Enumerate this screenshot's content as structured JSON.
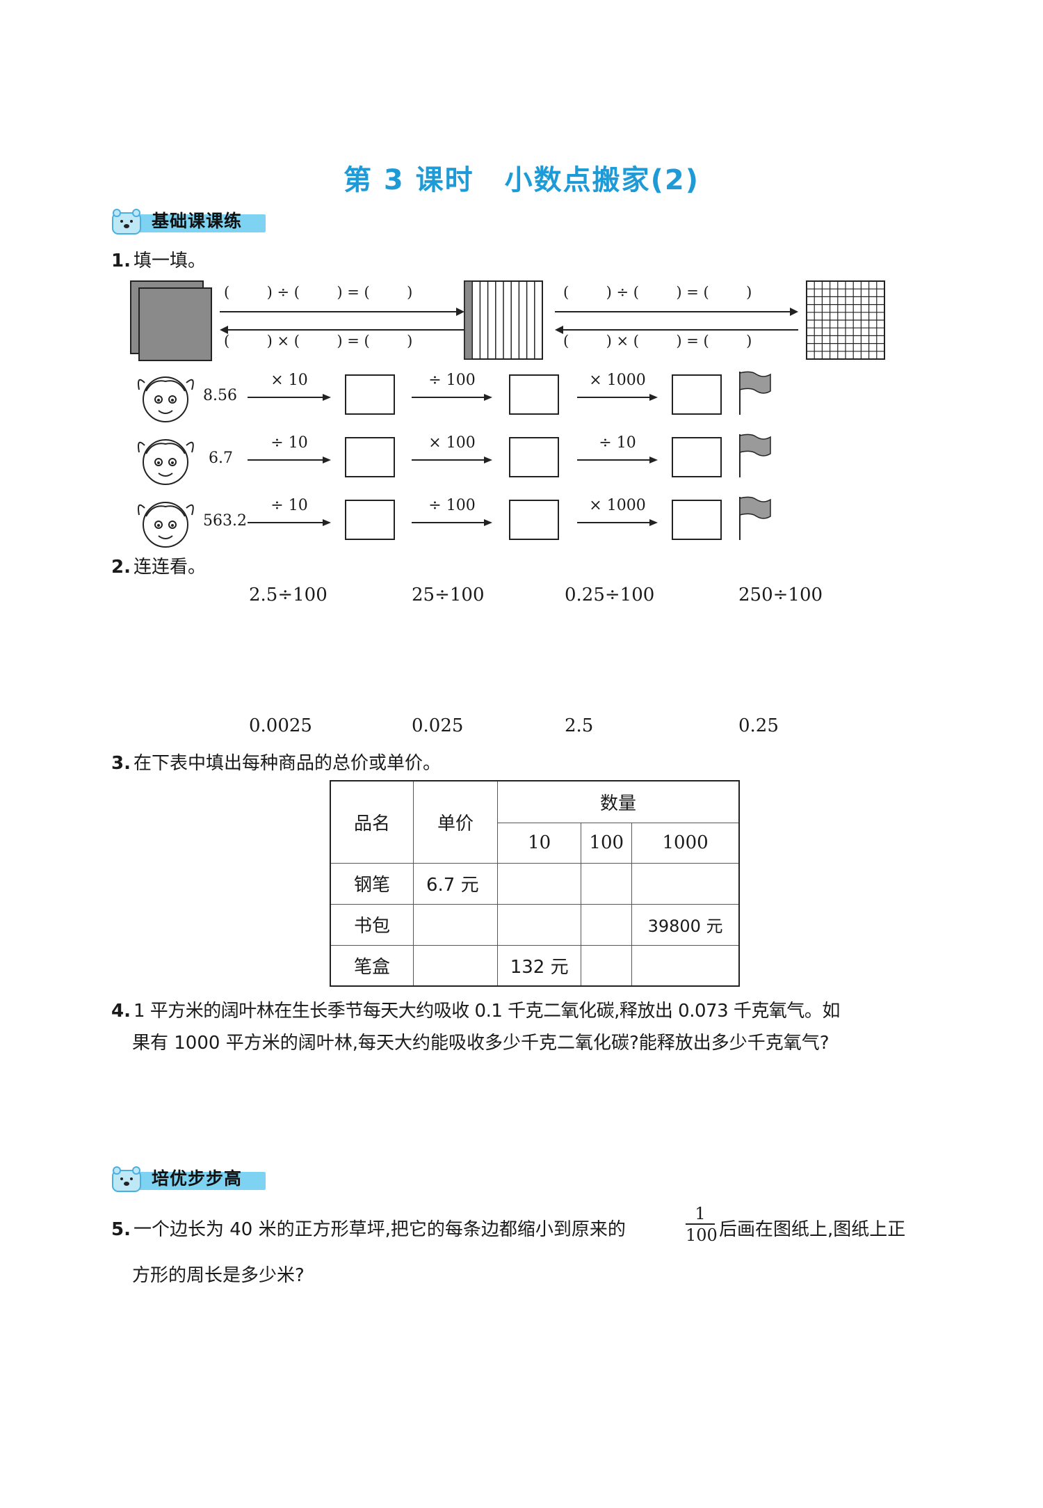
{
  "title": {
    "lesson": "第 3 课时",
    "topic": "小数点搬家(2)"
  },
  "section1": {
    "label": "基础课课练"
  },
  "section2": {
    "label": "培优步步高"
  },
  "q1": {
    "number": "1.",
    "text": "填一填。",
    "top_row_div": "(        ) ÷ (        ) = (        )",
    "top_row_mul": "(        ) × (        ) = (        )",
    "chains": [
      {
        "start": "8.56",
        "ops": [
          "× 10",
          "÷ 100",
          "× 1000"
        ]
      },
      {
        "start": "6.7",
        "ops": [
          "÷ 10",
          "× 100",
          "÷ 10"
        ]
      },
      {
        "start": "563.2",
        "ops": [
          "÷ 10",
          "÷ 100",
          "× 1000"
        ]
      }
    ]
  },
  "q2": {
    "number": "2.",
    "text": "连连看。",
    "top": [
      "2.5÷100",
      "25÷100",
      "0.25÷100",
      "250÷100"
    ],
    "bottom": [
      "0.0025",
      "0.025",
      "2.5",
      "0.25"
    ]
  },
  "q3": {
    "number": "3.",
    "text": "在下表中填出每种商品的总价或单价。",
    "header": {
      "name": "品名",
      "price": "单价",
      "quantity": "数量",
      "q1": "10",
      "q2": "100",
      "q3": "1000"
    },
    "rows": [
      {
        "name": "钢笔",
        "price": "6.7 元",
        "c1": "",
        "c2": "",
        "c3": ""
      },
      {
        "name": "书包",
        "price": "",
        "c1": "",
        "c2": "",
        "c3": "39800 元"
      },
      {
        "name": "笔盒",
        "price": "",
        "c1": "132 元",
        "c2": "",
        "c3": ""
      }
    ]
  },
  "q4": {
    "number": "4.",
    "line1": "1 平方米的阔叶林在生长季节每天大约吸收 0.1 千克二氧化碳,释放出 0.073 千克氧气。如",
    "line2": "果有 1000 平方米的阔叶林,每天大约能吸收多少千克二氧化碳?能释放出多少千克氧气?"
  },
  "q5": {
    "number": "5.",
    "line1_a": "一个边长为 40 米的正方形草坪,把它的每条边都缩小到原来的",
    "frac_num": "1",
    "frac_den": "100",
    "line1_b": "后画在图纸上,图纸上正",
    "line2": "方形的周长是多少米?"
  },
  "colors": {
    "title": "#1e9bd7",
    "badge": "#7fd3f2"
  }
}
